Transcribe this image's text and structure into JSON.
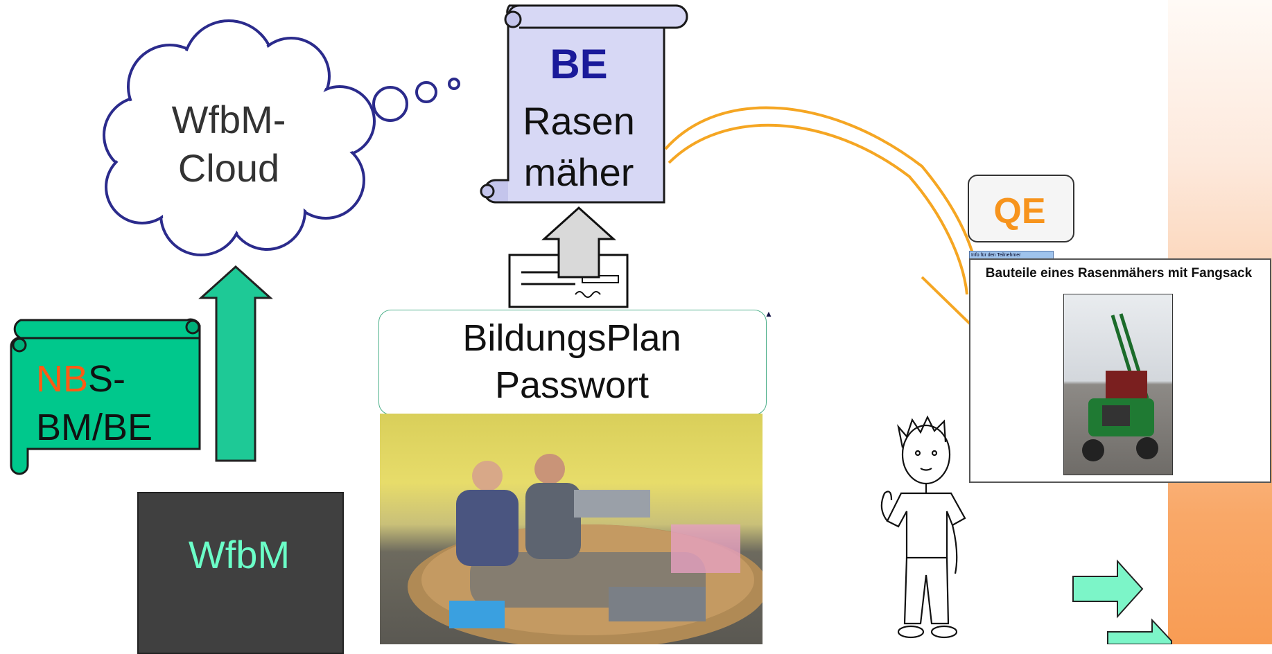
{
  "cloud": {
    "line1": "WfbM-",
    "line2": "Cloud"
  },
  "scroll_be": {
    "title": "BE",
    "line1": "Rasen",
    "line2": "mäher"
  },
  "scroll_nbs": {
    "highlight": "NB",
    "rest1": "S-",
    "line2": "BM/BE"
  },
  "wfbm_box": {
    "label": "WfbM"
  },
  "plan_box": {
    "line1": "BildungsPlan",
    "line2": "Passwort"
  },
  "qe_box": {
    "label": "QE"
  },
  "document": {
    "tab_label": "Info für den Teilnehmer",
    "title": "Bauteile eines Rasenmähers mit Fangsack"
  },
  "colors": {
    "cloud_stroke": "#2b2b8c",
    "scroll_be_fill": "#d7d8f5",
    "scroll_nbs_fill": "#00c88c",
    "arrow_green": "#1ec996",
    "arrow_orange": "#f5a623",
    "wfbm_box": "#404040",
    "wfbm_text": "#6bffc8",
    "be_title": "#1a1a9a",
    "nbs_highlight": "#ff5a14",
    "qe_text": "#f7941d"
  },
  "icons": [
    "cloud-shape",
    "scroll-shape",
    "up-arrow",
    "curved-arrow",
    "document-signature-icon",
    "person-sketch",
    "mower-photo",
    "meeting-photo"
  ]
}
